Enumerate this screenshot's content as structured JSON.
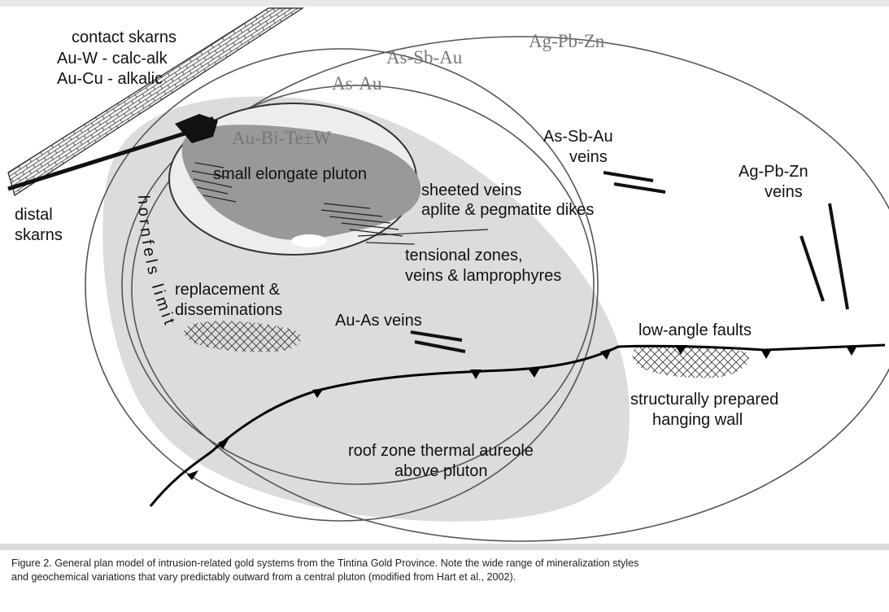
{
  "zones": {
    "outer": "Ag-Pb-Zn",
    "middle": "As-Sb-Au",
    "inner": "As-Au",
    "pluton_core": "Au-Bi-Te±W"
  },
  "labels": {
    "contact_skarns": [
      "contact skarns",
      "Au-W - calc-alk",
      "Au-Cu - alkalic"
    ],
    "distal_skarns": [
      "distal",
      "skarns"
    ],
    "pluton": "small elongate pluton",
    "sheeted_veins": [
      "sheeted veins",
      "aplite & pegmatite dikes"
    ],
    "tensional": [
      "tensional zones,",
      "veins & lamprophyres"
    ],
    "as_sb_au_veins": [
      "As-Sb-Au",
      "veins"
    ],
    "ag_pb_zn_veins": [
      "Ag-Pb-Zn",
      "veins"
    ],
    "replacement": [
      "replacement &",
      "disseminations"
    ],
    "au_as_veins": "Au-As veins",
    "low_angle_faults": "low-angle faults",
    "hanging_wall": [
      "structurally prepared",
      "hanging wall"
    ],
    "roof_zone": [
      "roof zone thermal aureole",
      "above pluton"
    ],
    "hornfels_limit": "hornfels limit"
  },
  "caption": {
    "line1": "Figure 2.  General plan model of intrusion-related gold systems from the Tintina Gold Province.  Note the wide range of mineralization styles",
    "line2": "and geochemical variations that vary predictably outward from a central pluton (modified from Hart et al., 2002)."
  }
}
